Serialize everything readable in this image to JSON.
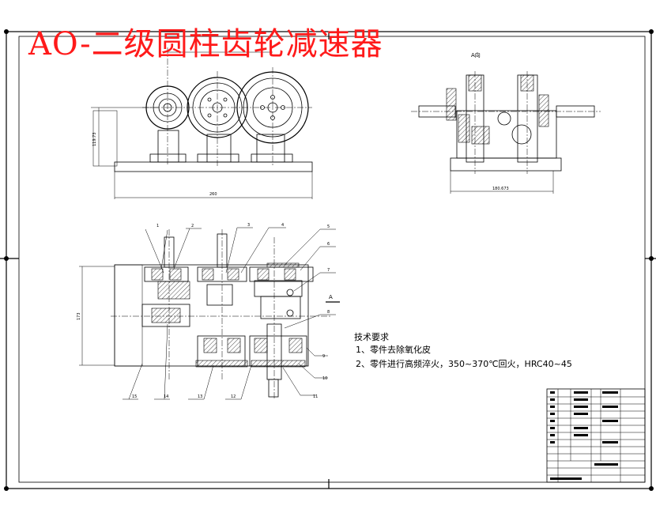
{
  "title": "AO-二级圆柱齿轮减速器",
  "view_label_a": "A向",
  "section_marker": "A",
  "dimensions": {
    "front_height": "119.73",
    "front_width": "260",
    "side_width": "180.673",
    "plan_height": "173"
  },
  "part_numbers": [
    "1",
    "2",
    "3",
    "4",
    "5",
    "6",
    "7",
    "8",
    "9",
    "10",
    "11",
    "12",
    "13",
    "14",
    "15"
  ],
  "tech_requirements": {
    "heading": "技术要求",
    "items": [
      "1、零件去除氧化皮",
      "2、零件进行高频淬火，350~370℃回火，HRC40~45"
    ]
  }
}
